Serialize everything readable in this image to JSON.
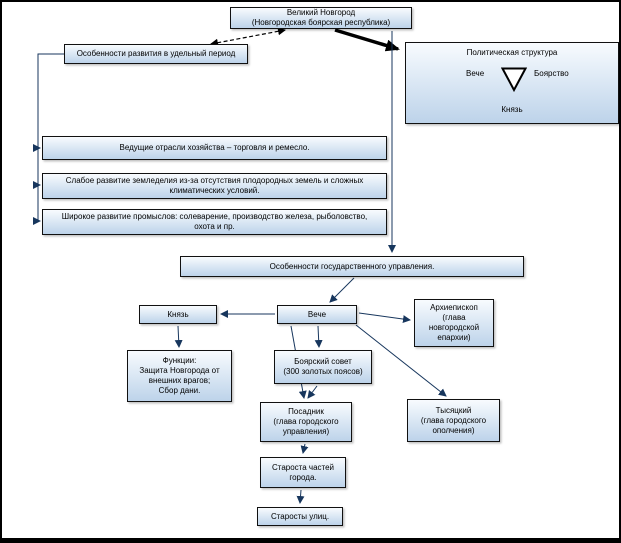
{
  "diagram": {
    "root": {
      "label": "Великий Новгород\n(Новгородская боярская республика)"
    },
    "udel": {
      "label": "Особенности развития в удельный период"
    },
    "political": {
      "title": "Политическая структура",
      "veche": "Вече",
      "boyarstvo": "Боярство",
      "knyaz": "Князь"
    },
    "economy": [
      {
        "label": "Ведущие отрасли хозяйства – торговля и ремесло."
      },
      {
        "label": "Слабое развитие земледелия из-за отсутствия плодородных земель и сложных\nклиматических условий."
      },
      {
        "label": "Широкое развитие промыслов: солеварение, производство железа, рыболовство,\nохота и пр."
      }
    ],
    "gov": {
      "label": "Особенности государственного управления."
    },
    "knyaz": {
      "label": "Князь"
    },
    "veche": {
      "label": "Вече"
    },
    "archbishop": {
      "label": "Архиепископ\n(глава\nновгородской\nепархии)"
    },
    "functions": {
      "label": "Функции:\nЗащита Новгорода от\nвнешних врагов;\nСбор дани."
    },
    "boyar_council": {
      "label": "Боярский совет\n(300 золотых поясов)"
    },
    "posadnik": {
      "label": "Посадник\n(глава городского\nуправления)"
    },
    "tysyatsky": {
      "label": "Тысяцкий\n(глава городского\nополчения)"
    },
    "starosta_parts": {
      "label": "Староста частей\nгорода."
    },
    "starosty_streets": {
      "label": "Старосты улиц."
    }
  },
  "colors": {
    "box_border": "#000000",
    "box_fill_top": "#f8fbfe",
    "box_fill_bottom": "#bdd3ea",
    "arrow": "#17365d",
    "emphasis_arrow": "#000000"
  }
}
